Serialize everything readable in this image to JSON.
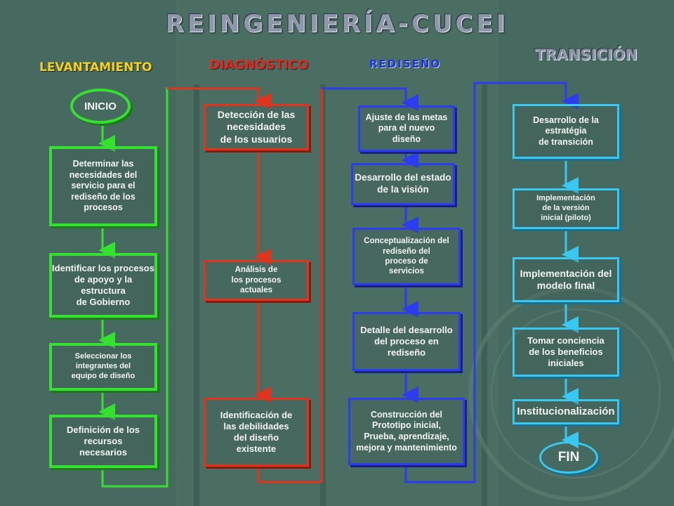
{
  "title": "REINGENIERÍA-CUCEI",
  "phases": {
    "levantamiento": "LEVANTAMIENTO",
    "diagnostico": "DIAGNÓSTICO",
    "rediseno": "REDISEÑO",
    "transicion": "TRANSICIÓN"
  },
  "levantamiento": {
    "inicio": "INICIO",
    "steps": [
      "Determinar las\nnecesidades del\nservicio para el\nrediseño de los\nprocesos",
      "Identificar los procesos\nde apoyo y la estructura\nde Gobierno",
      "Seleccionar los\nintegrantes del\nequipo de diseño",
      "Definición de los\nrecursos\nnecesarios"
    ]
  },
  "diagnostico": {
    "steps": [
      "Detección de las\nnecesidades\nde los usuarios",
      "Análisis de\nlos procesos\nactuales",
      "Identificación de\nlas debilidades\ndel diseño\nexistente"
    ]
  },
  "rediseno": {
    "steps": [
      "Ajuste de las metas\npara el nuevo\ndiseño",
      "Desarrollo del estado\nde la visión",
      "Conceptualización del\nrediseño del\nproceso de\nservicios",
      "Detalle del desarrollo\ndel proceso en rediseño",
      "Construcción del\nPrototipo inicial,\nPrueba, aprendizaje,\nmejora y mantenimiento"
    ]
  },
  "transicion": {
    "steps": [
      "Desarrollo de la\nestratégia\nde transición",
      "Implementación\nde la versión\ninicial (piloto)",
      "Implementación del\nmodelo final",
      "Tomar conciencia\nde los beneficios\niniciales",
      "Institucionalización"
    ],
    "fin": "FIN"
  },
  "colors": {
    "levantamiento": "#35e030",
    "diagnostico": "#e2331c",
    "rediseno": "#2d3cf0",
    "transicion": "#38c8f2"
  }
}
